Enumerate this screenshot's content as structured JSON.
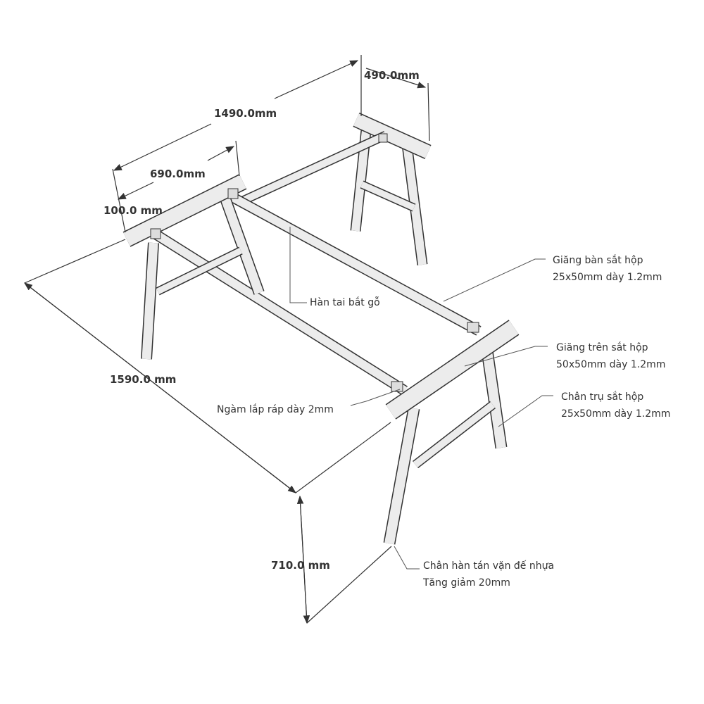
{
  "dimensions": {
    "total_length": "1490.0mm",
    "frame_width": "490.0mm",
    "inner_span": "690.0mm",
    "overhang": "100.0 mm",
    "table_length": "1590.0 mm",
    "height": "710.0 mm"
  },
  "notes": {
    "weld_tab": "Hàn tai bắt gỗ",
    "table_brace": [
      "Giăng bàn sắt hộp",
      "25x50mm dày 1.2mm"
    ],
    "top_brace": [
      "Giăng trên sắt hộp",
      "50x50mm dày 1.2mm"
    ],
    "leg_post": [
      "Chân trụ sắt hộp",
      "25x50mm dày 1.2mm"
    ],
    "joint": "Ngàm lắp ráp dày 2mm",
    "foot": [
      "Chân hàn tán vặn đế nhựa",
      "Tăng giảm 20mm"
    ]
  },
  "colors": {
    "line": "#333333",
    "tube": "#ececec"
  }
}
